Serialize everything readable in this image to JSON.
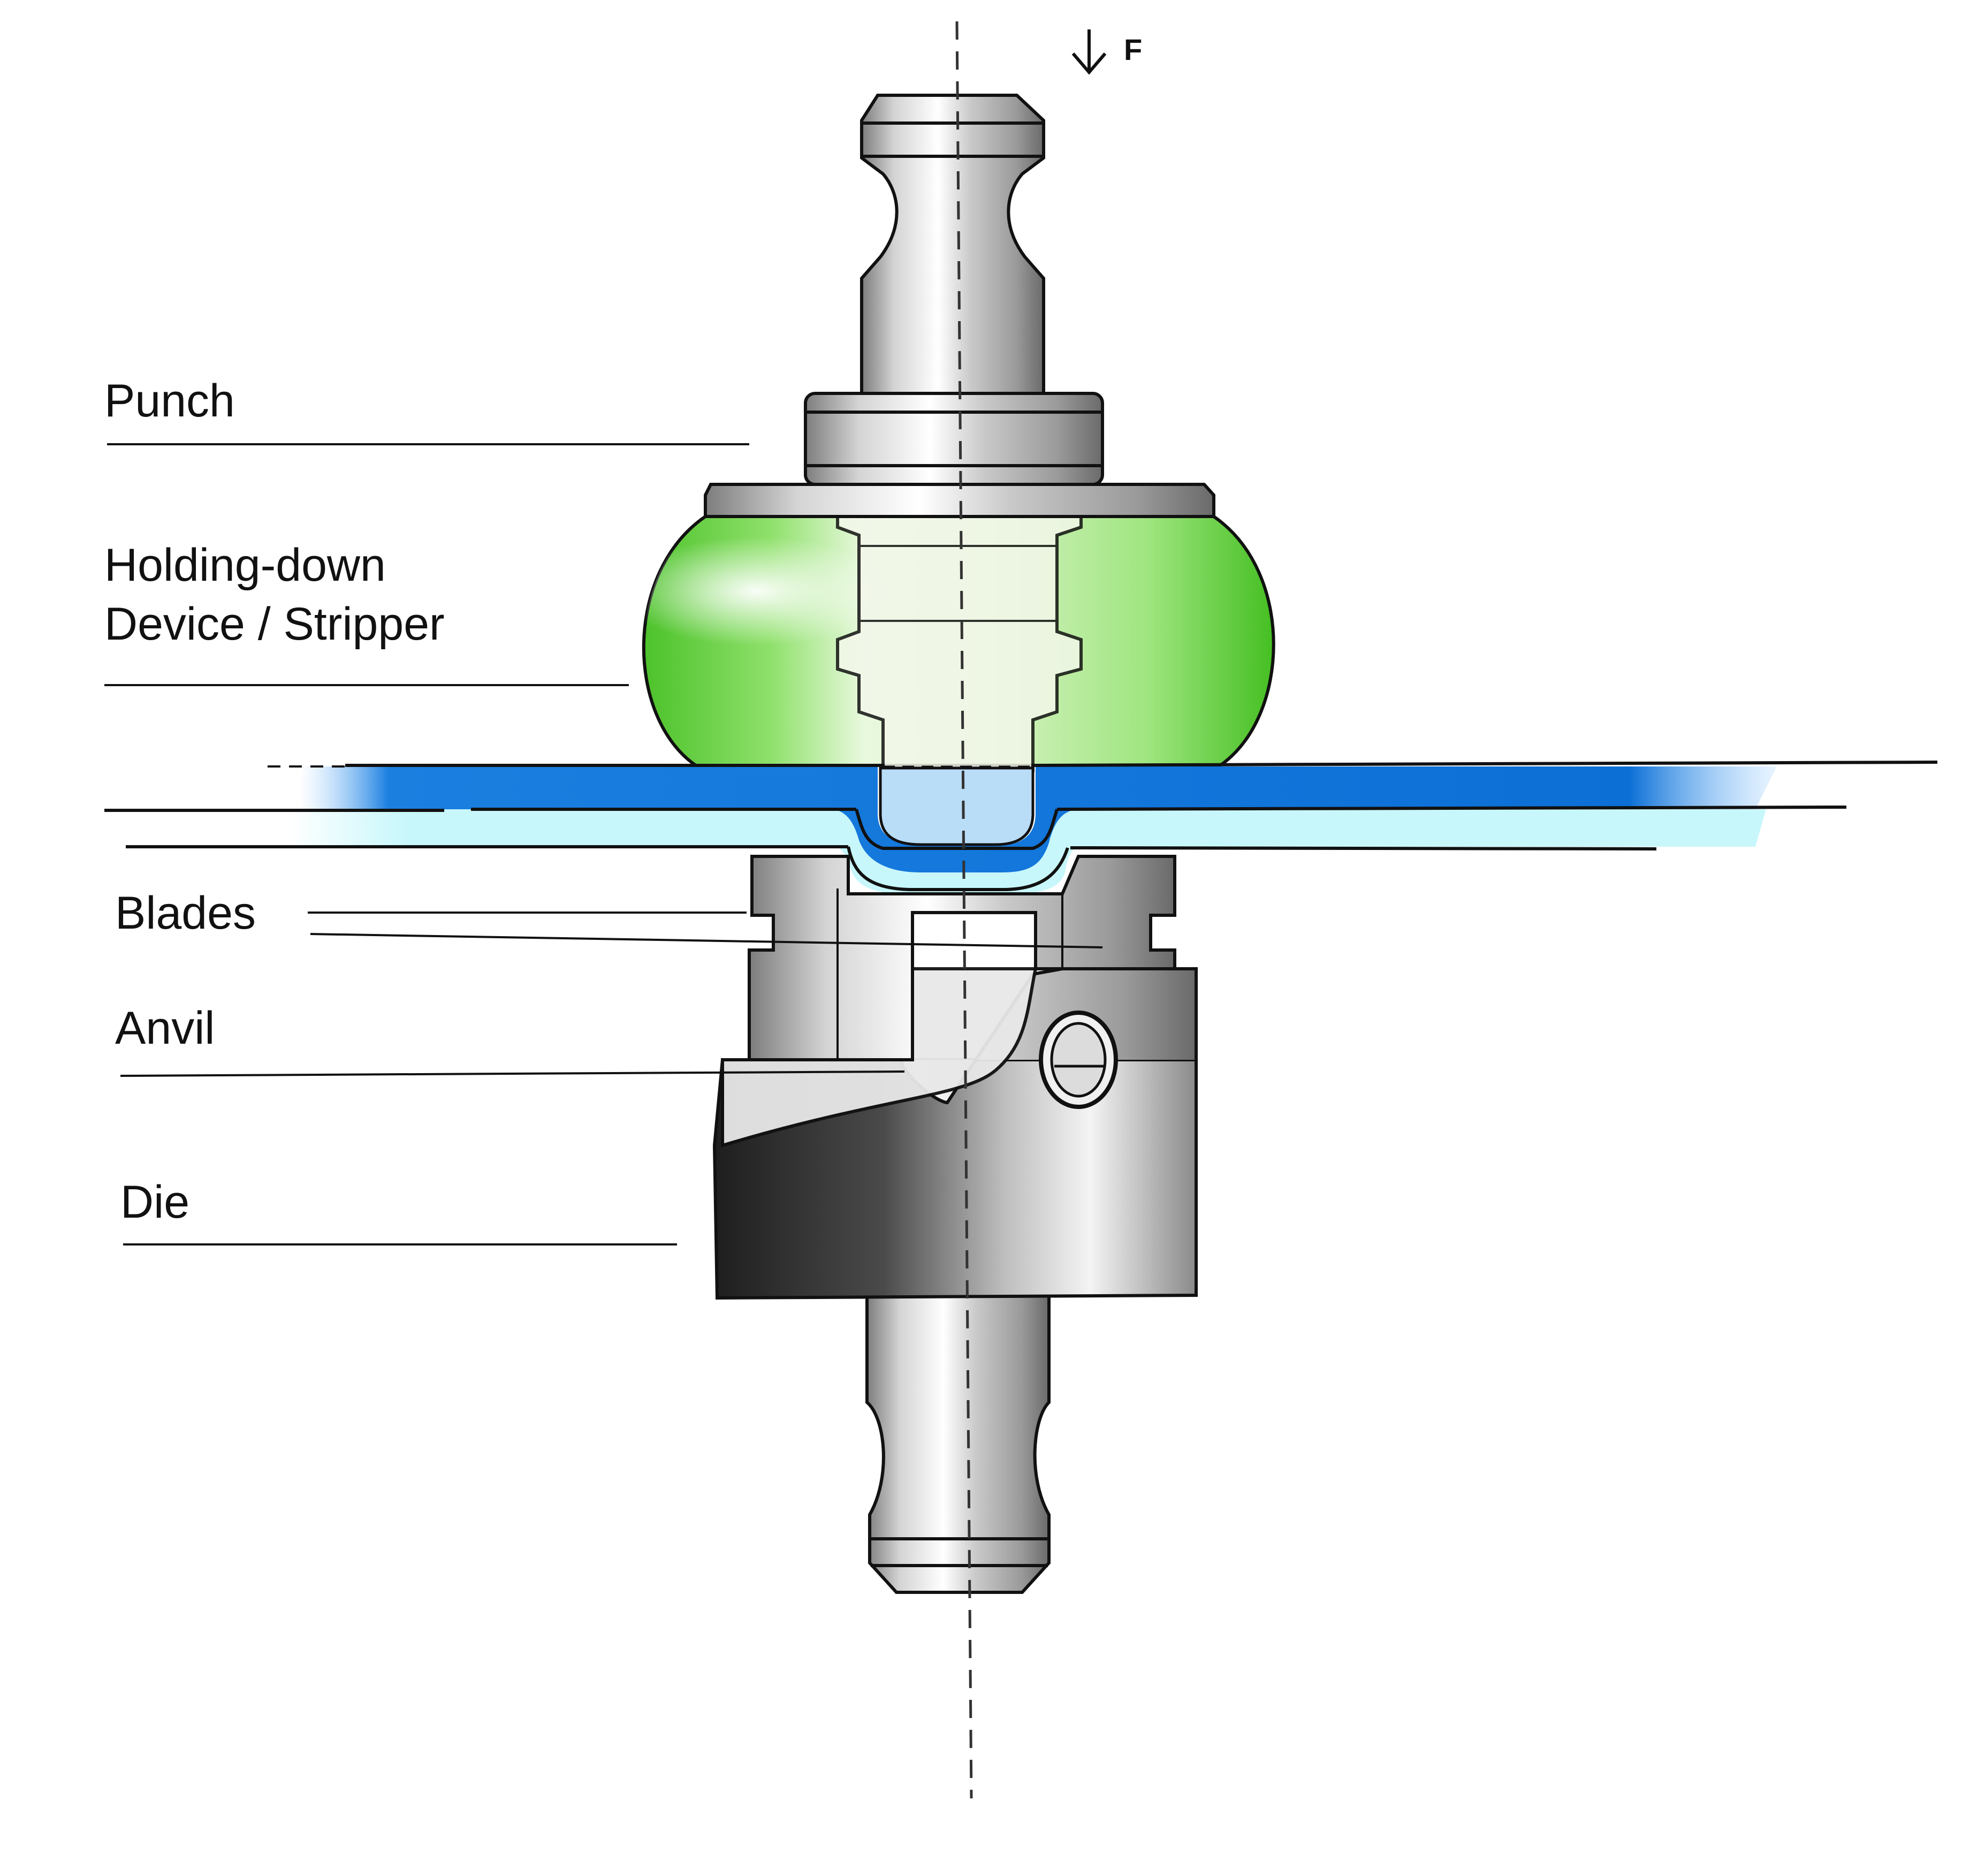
{
  "force": {
    "label": "F"
  },
  "labels": {
    "punch": "Punch",
    "holding_down_line1": "Holding-down",
    "holding_down_line2": "Device / Stripper",
    "blades": "Blades",
    "anvil": "Anvil",
    "die": "Die"
  },
  "colors": {
    "stripper_green": "#5ccf3a",
    "sheet_dark_blue": "#0b6fd6",
    "sheet_light_blue": "#c8f7fb",
    "metal_light": "#f2f2f2",
    "metal_mid": "#b9b9b9",
    "metal_dark": "#3a3a3a"
  }
}
